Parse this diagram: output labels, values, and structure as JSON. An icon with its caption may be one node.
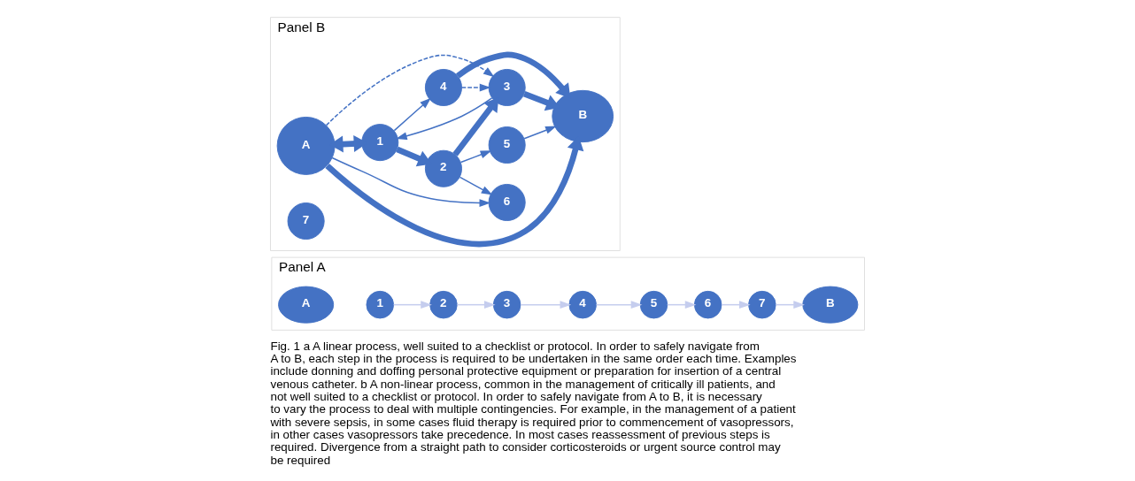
{
  "diagram": {
    "caption": "Fig. 1 a A linear process, well suited to a checklist or protocol. In order to safely navigate from A to B, each step in the process is required to be undertaken in the same order each time. Examples include donning and doffing personal protective equipment or preparation for insertion of a central venous catheter. b A non-linear process, common in the management of critically ill patients, and not well suited to a checklist or protocol. In order to safely navigate from A to B, it is necessary to vary the process to deal with multiple contingencies. For example, in the management of a patient with severe sepsis, in some cases fluid therapy is required prior to commencement of vasopressors, in other cases vasopressors take precedence. In most cases reassessment of previous steps is required. Divergence from a straight path to consider corticosteroids or urgent source control may be required",
    "nodes": [
      {
        "text": [
          "Panel A"
        ]
      },
      {
        "text": [
          "A"
        ],
        "in": 0
      },
      {
        "text": [
          "1"
        ],
        "in": 0
      },
      {
        "text": [
          "2"
        ],
        "in": 0
      },
      {
        "text": [
          "3"
        ],
        "in": 0
      },
      {
        "text": [
          "4"
        ],
        "in": 0
      },
      {
        "text": [
          "5"
        ],
        "in": 0
      },
      {
        "text": [
          "6"
        ],
        "in": 0
      },
      {
        "text": [
          "7"
        ],
        "in": 0
      },
      {
        "text": [
          "B"
        ],
        "in": 0
      },
      {
        "text": [
          "Panel B"
        ]
      },
      {
        "text": [
          "A"
        ],
        "in": 10
      },
      {
        "text": [
          "1"
        ],
        "in": 10
      },
      {
        "text": [
          "2"
        ],
        "in": 10
      },
      {
        "text": [
          "3"
        ],
        "in": 10
      },
      {
        "text": [
          "4"
        ],
        "in": 10
      },
      {
        "text": [
          "5"
        ],
        "in": 10
      },
      {
        "text": [
          "6"
        ],
        "in": 10
      },
      {
        "text": [
          "7"
        ],
        "in": 10
      },
      {
        "text": [
          "B"
        ],
        "in": 10
      }
    ],
    "edges": [
      {
        "from": 2,
        "to": 3,
        "arrow": "to",
        "color": "#c5cdee"
      },
      {
        "from": 3,
        "to": 4,
        "arrow": "to",
        "color": "#c5cdee"
      },
      {
        "from": 4,
        "to": 5,
        "arrow": "to",
        "color": "#c5cdee"
      },
      {
        "from": 5,
        "to": 6,
        "arrow": "to",
        "color": "#c5cdee"
      },
      {
        "from": 6,
        "to": 7,
        "arrow": "to",
        "color": "#c5cdee"
      },
      {
        "from": 7,
        "to": 8,
        "arrow": "to",
        "color": "#c5cdee"
      },
      {
        "from": 8,
        "to": 9,
        "arrow": "to",
        "color": "#c5cdee"
      },
      {
        "from": 11,
        "to": 12,
        "arrow": "both",
        "style": "thick"
      },
      {
        "from": 12,
        "to": 13,
        "arrow": "to",
        "style": "thick"
      },
      {
        "from": 13,
        "to": 14,
        "arrow": "to",
        "style": "thick"
      },
      {
        "from": 14,
        "to": 19,
        "arrow": "to",
        "style": "thick"
      },
      {
        "from": 11,
        "to": 17,
        "arrow": "to"
      },
      {
        "from": 11,
        "to": 14,
        "arrow": "to",
        "style": "dashed"
      },
      {
        "from": 13,
        "to": 17,
        "arrow": "to"
      },
      {
        "from": 13,
        "to": 16,
        "arrow": "to"
      },
      {
        "from": 16,
        "to": 19,
        "arrow": "to"
      },
      {
        "from": 14,
        "to": 12,
        "arrow": "to"
      },
      {
        "from": 12,
        "to": 15,
        "arrow": "to"
      },
      {
        "from": 15,
        "to": 14,
        "arrow": "to",
        "style": "dashed"
      },
      {
        "from": 15,
        "to": 19,
        "arrow": "to",
        "style": "thick"
      },
      {
        "from": 11,
        "to": 19,
        "arrow": "to",
        "style": "thick"
      }
    ]
  }
}
